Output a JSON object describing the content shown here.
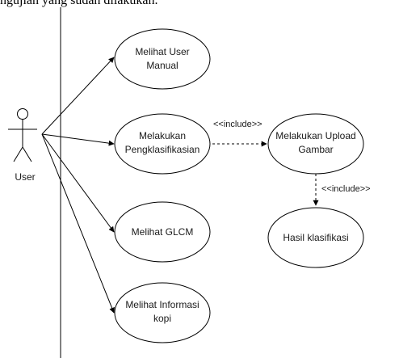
{
  "page": {
    "header_text": "ngujian yang sudah dilakukan."
  },
  "diagram": {
    "type": "use-case",
    "actor": {
      "label": "User"
    },
    "use_cases": {
      "user_manual": [
        "Melihat User",
        "Manual"
      ],
      "klasifikasi": [
        "Melakukan",
        "Pengklasifikasian"
      ],
      "upload": [
        "Melakukan Upload",
        "Gambar"
      ],
      "glcm": [
        "Melihat GLCM"
      ],
      "hasil": [
        "Hasil klasifikasi"
      ],
      "informasi": [
        "Melihat Informasi",
        "kopi"
      ]
    },
    "relations": {
      "include_1": "<<include>>",
      "include_2": "<<include>>"
    },
    "colors": {
      "stroke": "#000000",
      "text": "#1a1a1a",
      "background": "#ffffff"
    }
  }
}
